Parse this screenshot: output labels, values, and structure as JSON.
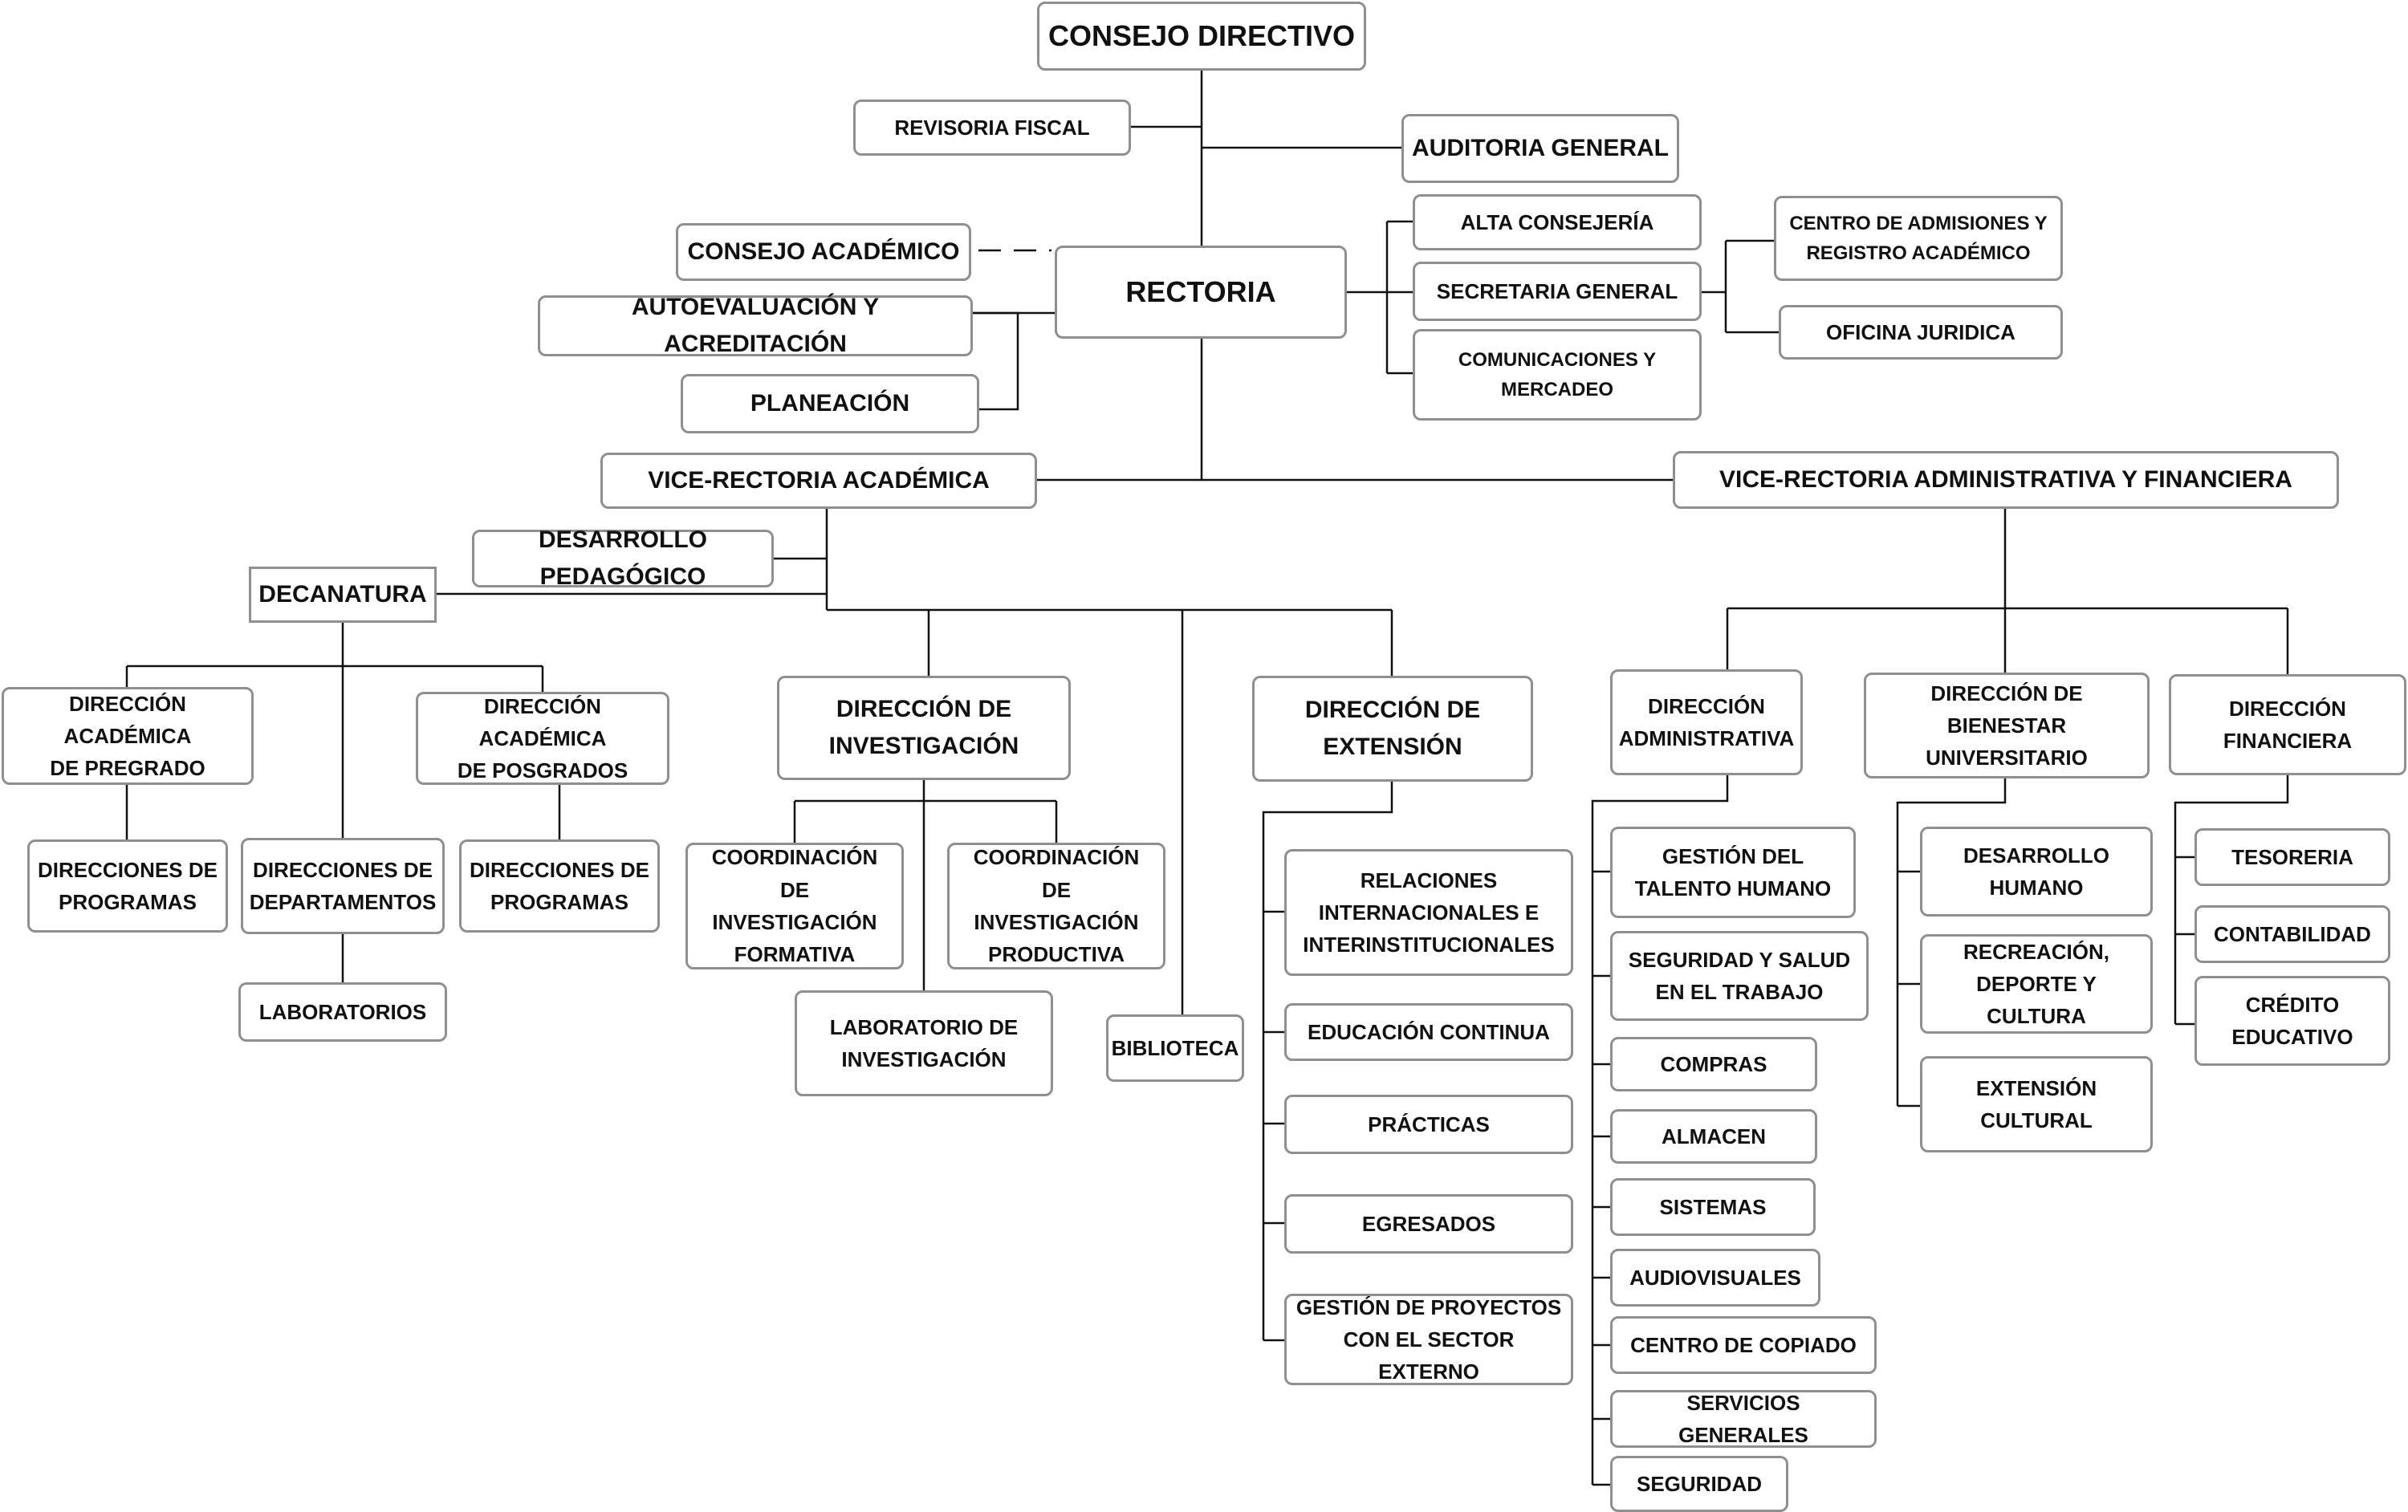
{
  "org_chart": {
    "nodes": {
      "consejo_directivo": "CONSEJO DIRECTIVO",
      "revisoria_fiscal": "REVISORIA FISCAL",
      "auditoria_general": "AUDITORIA GENERAL",
      "consejo_academico": "CONSEJO ACADÉMICO",
      "rectoria": "RECTORIA",
      "autoevaluacion": "AUTOEVALUACIÓN Y ACREDITACIÓN",
      "planeacion": "PLANEACIÓN",
      "alta_consejeria": "ALTA CONSEJERÍA",
      "secretaria_general": "SECRETARIA GENERAL",
      "comunicaciones": "COMUNICACIONES Y\nMERCADEO",
      "centro_admisiones": "CENTRO DE ADMISIONES Y\nREGISTRO ACADÉMICO",
      "oficina_juridica": "OFICINA JURIDICA",
      "vicerrectoria_academica": "VICE-RECTORIA ACADÉMICA",
      "vicerrectoria_admin": "VICE-RECTORIA ADMINISTRATIVA Y FINANCIERA",
      "desarrollo_pedagogico": "DESARROLLO PEDAGÓGICO",
      "decanatura": "DECANATURA",
      "dir_pregrado": "DIRECCIÓN ACADÉMICA\nDE PREGRADO",
      "dir_posgrados": "DIRECCIÓN ACADÉMICA\nDE POSGRADOS",
      "dir_programas_1": "DIRECCIONES DE\nPROGRAMAS",
      "dir_departamentos": "DIRECCIONES DE\nDEPARTAMENTOS",
      "dir_programas_2": "DIRECCIONES DE\nPROGRAMAS",
      "laboratorios": "LABORATORIOS",
      "dir_investigacion": "DIRECCIÓN DE\nINVESTIGACIÓN",
      "coord_formativa": "COORDINACIÓN DE\nINVESTIGACIÓN\nFORMATIVA",
      "coord_productiva": "COORDINACIÓN DE\nINVESTIGACIÓN\nPRODUCTIVA",
      "lab_investigacion": "LABORATORIO DE\nINVESTIGACIÓN",
      "biblioteca": "BIBLIOTECA",
      "dir_extension": "DIRECCIÓN DE\nEXTENSIÓN",
      "relaciones": "RELACIONES\nINTERNACIONALES E\nINTERINSTITUCIONALES",
      "educacion_continua": "EDUCACIÓN CONTINUA",
      "practicas": "PRÁCTICAS",
      "egresados": "EGRESADOS",
      "gestion_proyectos": "GESTIÓN DE PROYECTOS\nCON EL SECTOR EXTERNO",
      "dir_administrativa": "DIRECCIÓN\nADMINISTRATIVA",
      "dir_bienestar": "DIRECCIÓN DE BIENESTAR\nUNIVERSITARIO",
      "dir_financiera": "DIRECCIÓN\nFINANCIERA",
      "talento_humano": "GESTIÓN DEL\nTALENTO HUMANO",
      "seguridad_salud": "SEGURIDAD Y SALUD\nEN EL TRABAJO",
      "compras": "COMPRAS",
      "almacen": "ALMACEN",
      "sistemas": "SISTEMAS",
      "audiovisuales": "AUDIOVISUALES",
      "centro_copiado": "CENTRO DE COPIADO",
      "servicios_generales": "SERVICIOS GENERALES",
      "seguridad": "SEGURIDAD",
      "desarrollo_humano": "DESARROLLO\nHUMANO",
      "recreacion": "RECREACIÓN,\nDEPORTE Y CULTURA",
      "extension_cultural": "EXTENSIÓN\nCULTURAL",
      "tesoreria": "TESORERIA",
      "contabilidad": "CONTABILIDAD",
      "credito_educativo": "CRÉDITO\nEDUCATIVO"
    }
  }
}
